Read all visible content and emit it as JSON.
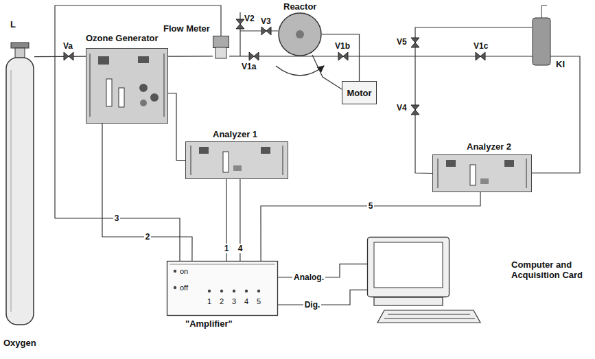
{
  "diagram": {
    "nodes": [
      {
        "text": [
          "L",
          "Oxygen"
        ]
      },
      {
        "text": [
          "Ozone Generator"
        ]
      },
      {
        "text": [
          "Flow Meter"
        ]
      },
      {
        "text": [
          "Reactor"
        ]
      },
      {
        "text": [
          "Motor"
        ]
      },
      {
        "text": [
          "Analyzer 1"
        ]
      },
      {
        "text": [
          "Analyzer 2"
        ]
      },
      {
        "text": [
          "KI"
        ]
      },
      {
        "text": [
          "on",
          "off",
          "1",
          "2",
          "3",
          "4",
          "5",
          "\"Amplifier\""
        ]
      },
      {
        "text": [
          "Computer and Acquisition Card"
        ]
      }
    ],
    "edges": [
      {
        "from": 0,
        "to": 1,
        "arrow": "none"
      },
      {
        "from": 1,
        "to": 2,
        "arrow": "none"
      },
      {
        "from": 2,
        "to": 3,
        "arrow": "none"
      },
      {
        "from": 3,
        "to": 4,
        "arrow": "none"
      },
      {
        "from": 1,
        "to": 5,
        "arrow": "none"
      },
      {
        "from": 8,
        "to": 5,
        "label": "1",
        "arrow": "none"
      },
      {
        "from": 8,
        "to": 1,
        "label": "2",
        "arrow": "none"
      },
      {
        "from": 8,
        "to": 2,
        "label": "3",
        "arrow": "none"
      },
      {
        "from": 8,
        "to": 5,
        "label": "4",
        "arrow": "none"
      },
      {
        "from": 8,
        "to": 6,
        "label": "5",
        "arrow": "none"
      },
      {
        "from": 8,
        "to": 9,
        "label": "Analog.",
        "arrow": "none"
      },
      {
        "from": 8,
        "to": 9,
        "label": "Dig.",
        "arrow": "none"
      },
      {
        "from": 7,
        "to": 6,
        "arrow": "none"
      }
    ],
    "labels": [
      "Va",
      "V2",
      "V3",
      "V1a",
      "V1b",
      "V1c",
      "V4",
      "V5"
    ]
  }
}
